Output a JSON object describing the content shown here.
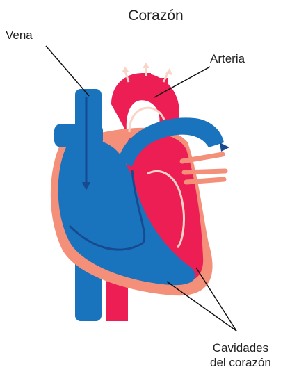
{
  "diagram": {
    "title": "Corazón",
    "labels": {
      "vein": "Vena",
      "artery": "Arteria",
      "cavities_line1": "Cavidades",
      "cavities_line2": "del corazón"
    },
    "colors": {
      "blue": "#1a73bd",
      "dark_blue": "#174a8e",
      "red": "#ec1e54",
      "salmon": "#f4907a",
      "pink_light": "#fbd4c8",
      "line": "#111111"
    }
  }
}
